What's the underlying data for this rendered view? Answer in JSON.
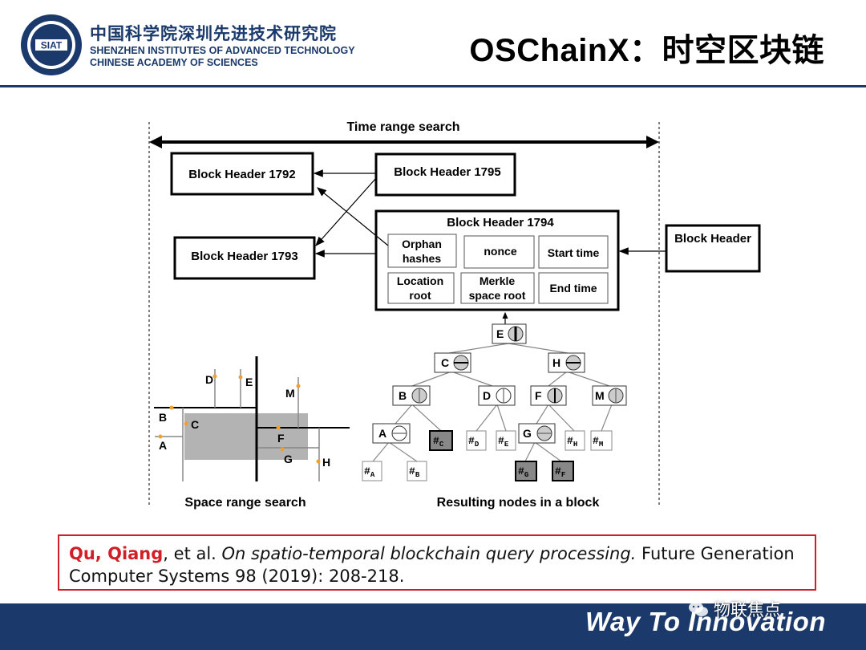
{
  "header": {
    "org_cn": "中国科学院深圳先进技术研究院",
    "org_en_line1": "SHENZHEN INSTITUTES OF ADVANCED TECHNOLOGY",
    "org_en_line2": "CHINESE ACADEMY OF SCIENCES",
    "logo_text": "SIAT",
    "slide_title": "OSChainX：时空区块链"
  },
  "diagram": {
    "time_range_label": "Time range search",
    "blocks": {
      "b1792": "Block Header 1792",
      "b1793": "Block Header 1793",
      "b1795": "Block Header 1795",
      "b1794": "Block Header 1794",
      "generic": "Block Header"
    },
    "fields": {
      "orphan": [
        "Orphan",
        "hashes"
      ],
      "nonce": "nonce",
      "start_time": "Start time",
      "location": [
        "Location",
        "root"
      ],
      "merkle": [
        "Merkle",
        "space root"
      ],
      "end_time": "End time"
    },
    "tree": {
      "nodes": [
        "E",
        "C",
        "H",
        "B",
        "D",
        "F",
        "M",
        "A",
        "G"
      ],
      "hash_leaves": [
        "C",
        "D",
        "E",
        "H",
        "M",
        "A",
        "B",
        "G",
        "F"
      ]
    },
    "space": {
      "points": [
        "D",
        "E",
        "M",
        "B",
        "C",
        "A",
        "F",
        "G",
        "H"
      ]
    },
    "space_caption": "Space range search",
    "tree_caption": "Resulting nodes in a block"
  },
  "citation": {
    "author": "Qu, Qiang",
    "etal": ", et al. ",
    "paper_title": "On spatio-temporal blockchain query processing.",
    "journal": " Future Generation Computer Systems 98 (2019): 208-218."
  },
  "footer": {
    "slogan": "Way To Innovation",
    "watermark": "物联焦点"
  },
  "colors": {
    "brand_blue": "#1b3a6b",
    "citation_red": "#d11f27",
    "region_gray": "#b3b3b3",
    "point_orange": "#f0a030"
  }
}
